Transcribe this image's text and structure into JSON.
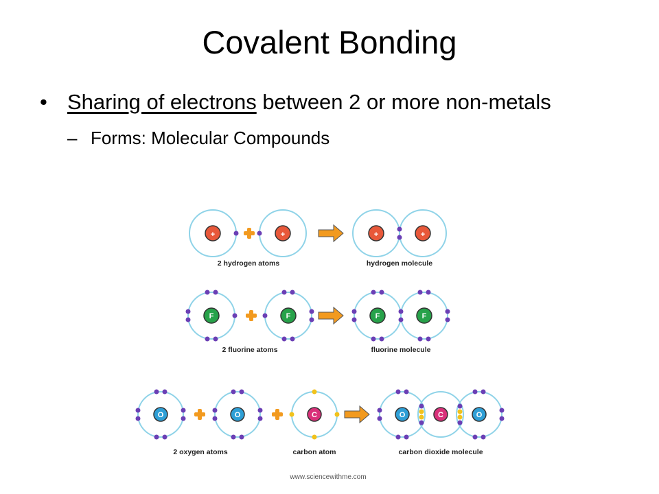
{
  "slide": {
    "title": "Covalent Bonding",
    "bullet": {
      "underlined_text": "Sharing of electrons",
      "rest_text": " between 2 or more non-metals"
    },
    "sub_bullet": {
      "dash": "–",
      "text": "Forms: Molecular Compounds"
    }
  },
  "diagram": {
    "rows": [
      {
        "reactant_label": "2 hydrogen atoms",
        "product_label": "hydrogen molecule",
        "atom_symbol": "+"
      },
      {
        "reactant_label": "2 fluorine atoms",
        "product_label": "fluorine molecule",
        "atom_symbol": "F"
      },
      {
        "reactant_label": "2 oxygen atoms",
        "middle_label": "carbon atom",
        "product_label": "carbon dioxide molecule",
        "atom_symbols": [
          "O",
          "C"
        ]
      }
    ],
    "source_credit": "www.sciencewithme.com"
  },
  "colors": {
    "orbit": "#8fd3e8",
    "hydrogen_nucleus": "#e8583a",
    "fluorine_nucleus": "#27a24a",
    "oxygen_nucleus": "#2e9fd6",
    "carbon_nucleus": "#d9307a",
    "electron": "#6b3fb5",
    "carbon_electron": "#f2c21b",
    "plus_sign": "#f29a1f",
    "arrow": "#f29a1f"
  }
}
